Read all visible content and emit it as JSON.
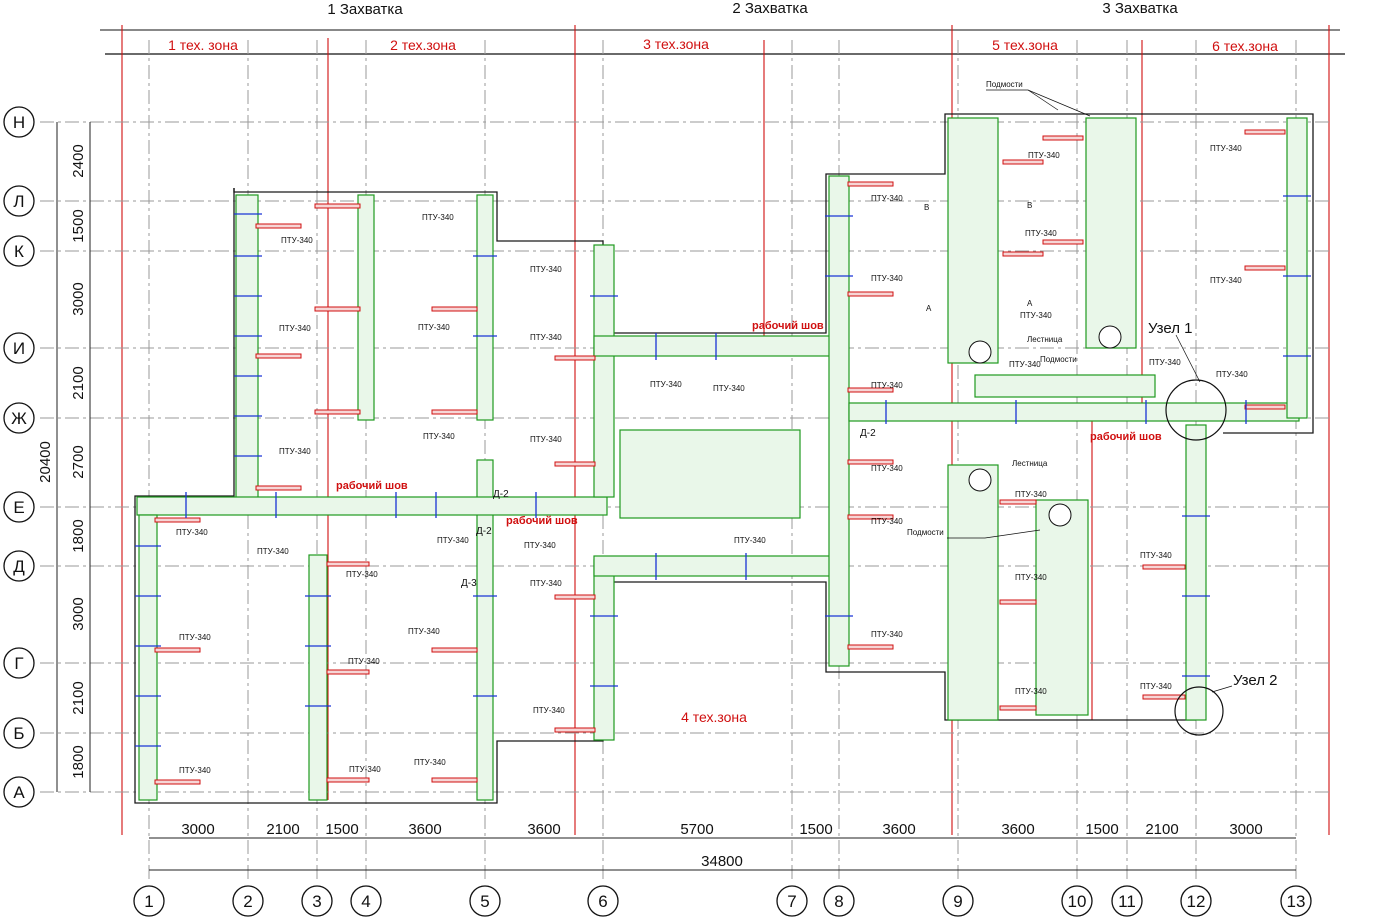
{
  "title_row": {
    "zahvatki": [
      "1 Захватка",
      "2 Захватка",
      "3 Захватка"
    ],
    "zones": [
      "1 тех. зона",
      "2 тех.зона",
      "3 тех.зона",
      "5 тех.зона",
      "6 тех.зона"
    ],
    "zone4": "4 тех.зона"
  },
  "axes": {
    "rows": [
      "Н",
      "Л",
      "К",
      "И",
      "Ж",
      "Е",
      "Д",
      "Г",
      "Б",
      "А"
    ],
    "row_dims": [
      "2400",
      "1500",
      "3000",
      "2100",
      "2700",
      "1800",
      "3000",
      "2100",
      "1800"
    ],
    "total_vertical": "20400",
    "cols": [
      "1",
      "2",
      "3",
      "4",
      "5",
      "6",
      "7",
      "8",
      "9",
      "10",
      "11",
      "12",
      "13"
    ],
    "col_dims": [
      "3000",
      "2100",
      "1500",
      "3600",
      "3600",
      "5700",
      "1500",
      "3600",
      "3600",
      "1500",
      "2100",
      "3000"
    ],
    "total_horizontal": "34800"
  },
  "annotations": {
    "prop_label": "ПТУ-340",
    "work_seam": "рабочий шов",
    "stairs": "Лестница",
    "scaffolds": "Подмости",
    "node1": "Узел 1",
    "node2": "Узел 2",
    "d2": "Д-2",
    "d3": "Д-3",
    "section_a": "А",
    "section_b": "В"
  },
  "colors": {
    "formwork": "#1f9a1f",
    "zone_lines": "#d01010",
    "ties": "#1a35d6",
    "walls": "#1a1a1a"
  }
}
